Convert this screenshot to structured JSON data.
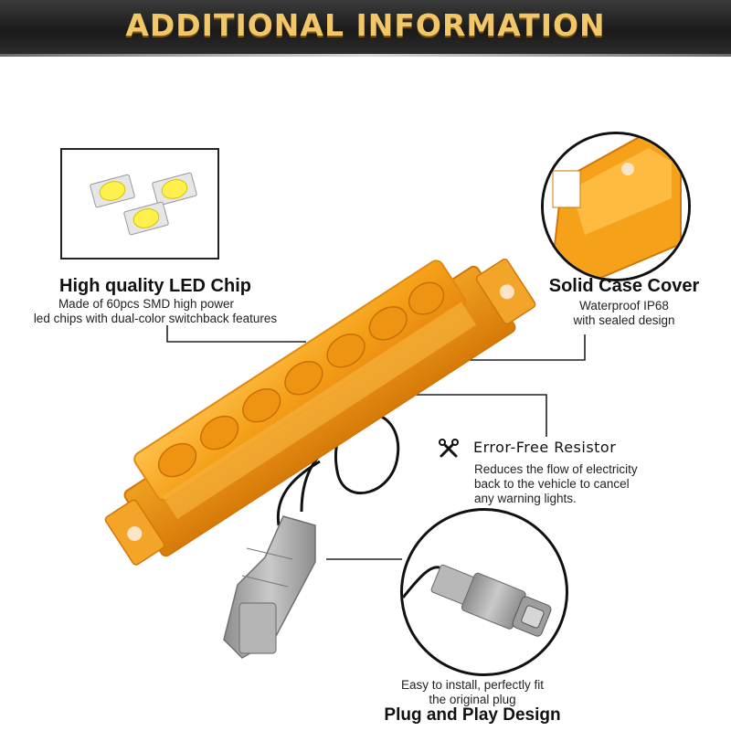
{
  "banner": {
    "title": "ADDITIONAL INFORMATION"
  },
  "features": {
    "led_chip": {
      "title": "High quality LED Chip",
      "desc_line1": "Made of 60pcs SMD high power",
      "desc_line2": "led chips with dual-color switchback features"
    },
    "case_cover": {
      "title": "Solid Case Cover",
      "desc_line1": "Waterproof IP68",
      "desc_line2": "with sealed design"
    },
    "resistor": {
      "title": "Error-Free Resistor",
      "icon": "tools-icon",
      "desc_line1": "Reduces the flow of electricity",
      "desc_line2": "back to the vehicle to cancel",
      "desc_line3": "any warning lights."
    },
    "plug": {
      "title": "Plug and Play Design",
      "desc_line1": "Easy to install, perfectly fit",
      "desc_line2": "the original plug"
    }
  },
  "colors": {
    "amber": "#f5a623",
    "banner_gold": "#f1c76a",
    "connector_gray": "#a9a9a9"
  }
}
